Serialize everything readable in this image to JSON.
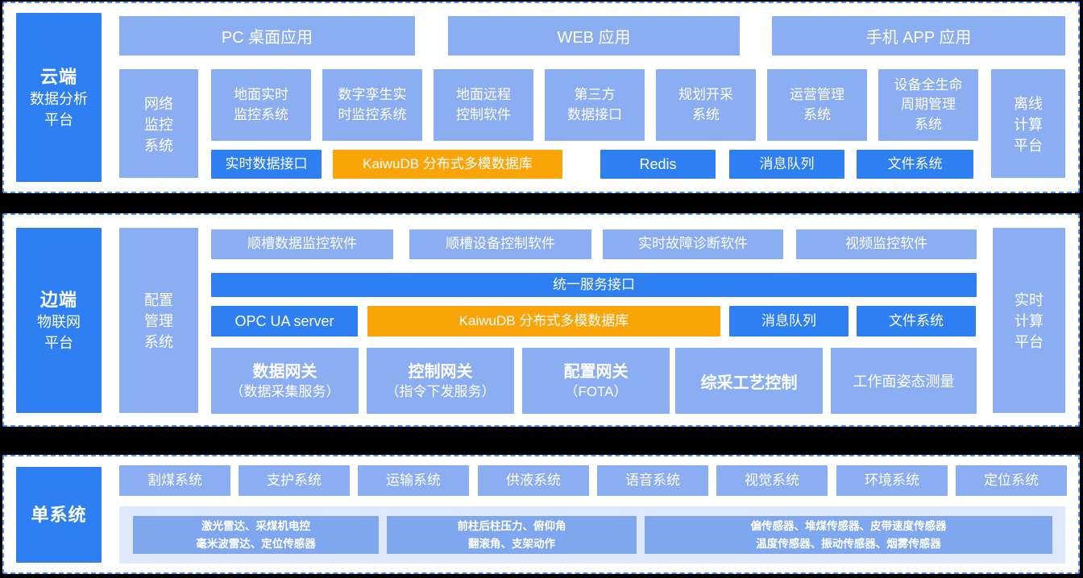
{
  "colors": {
    "background": "#000000",
    "panel_bg": "#ffffff",
    "border_blue": "#4f93f7",
    "primary_blue": "#2e7ff2",
    "light_blue": "#8badf2",
    "sensor_blue": "#7fa7ef",
    "pale_blue": "#dde8fa",
    "orange": "#f9a408",
    "text_white": "#ffffff"
  },
  "cloud": {
    "side_title": "云端",
    "side_subtitle": "数据分析\n平台",
    "apps": {
      "pc": "PC 桌面应用",
      "web": "WEB 应用",
      "mobile": "手机 APP 应用"
    },
    "network_monitor": "网络\n监控\n系统",
    "offline_compute": "离线\n计算\n平台",
    "systems": [
      "地面实时\n监控系统",
      "数字孪生实\n时监控系统",
      "地面远程\n控制软件",
      "第三方\n数据接口",
      "规划开采\n系统",
      "运营管理\n系统",
      "设备全生命\n周期管理\n系统"
    ],
    "middleware": {
      "realtime_api": "实时数据接口",
      "kaiwudb": "KaiwuDB 分布式多模数据库",
      "redis": "Redis",
      "mq": "消息队列",
      "fs": "文件系统"
    }
  },
  "edge": {
    "side_title": "边端",
    "side_subtitle": "物联网\n平台",
    "config_system": "配置\n管理\n系统",
    "realtime_compute": "实时\n计算\n平台",
    "software": [
      "顺槽数据监控软件",
      "顺槽设备控制软件",
      "实时故障诊断软件",
      "视频监控软件"
    ],
    "service_bus": "统一服务接口",
    "middleware": {
      "opcua": "OPC UA server",
      "kaiwudb": "KaiwuDB 分布式多模数据库",
      "mq": "消息队列",
      "fs": "文件系统"
    },
    "gateways": [
      {
        "title": "数据网关",
        "subtitle": "（数据采集服务）"
      },
      {
        "title": "控制网关",
        "subtitle": "（指令下发服务）"
      },
      {
        "title": "配置网关",
        "subtitle": "（FOTA）"
      }
    ],
    "process_control": "综采工艺控制",
    "posture_measure": "工作面姿态测量"
  },
  "single": {
    "side_title": "单系统",
    "systems": [
      "割煤系统",
      "支护系统",
      "运输系统",
      "供液系统",
      "语音系统",
      "视觉系统",
      "环境系统",
      "定位系统"
    ],
    "sensor_groups": [
      "激光雷达、采煤机电控\n毫米波雷达、定位传感器",
      "前柱后柱压力、俯仰角\n翻滚角、支架动作",
      "偏传感器、堆煤传感器、皮带速度传感器\n温度传感器、振动传感器、烟雾传感器"
    ]
  }
}
